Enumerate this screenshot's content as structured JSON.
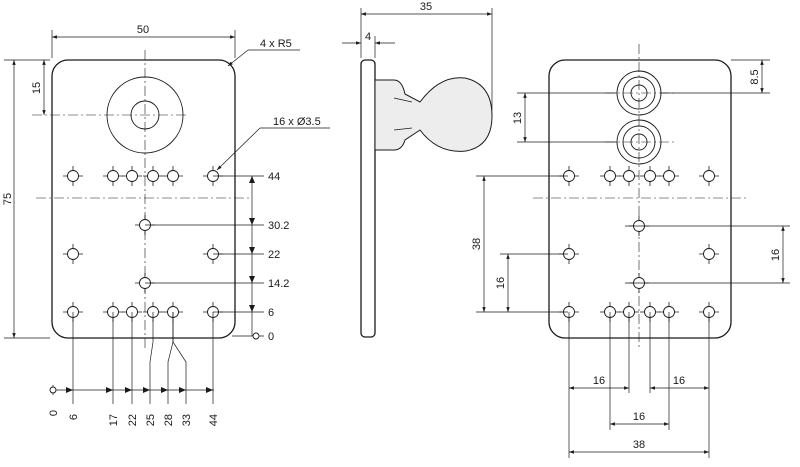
{
  "front_view": {
    "top_width": "50",
    "corner_note": "4 x R5",
    "hole_note": "16 x Ø3.5",
    "height": "75",
    "top_offset": "15",
    "right_scale": [
      "44",
      "30.2",
      "22",
      "14.2",
      "6",
      "0"
    ],
    "bottom_scale": [
      "0",
      "6",
      "17",
      "22",
      "25",
      "28",
      "33",
      "44"
    ]
  },
  "side_view": {
    "depth": "35",
    "thickness": "4"
  },
  "back_view": {
    "top_right": "8.5",
    "boss_spacing": "13",
    "left_tall": "38",
    "left_short": "16",
    "right_dim": "16",
    "bottom_left": "16",
    "bottom_right": "16",
    "bottom_mid": "16",
    "bottom_total": "38"
  }
}
